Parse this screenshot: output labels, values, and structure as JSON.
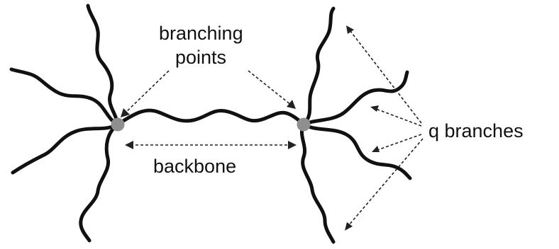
{
  "labels": {
    "branching_points_line1": "branching",
    "branching_points_line2": "points",
    "backbone": "backbone",
    "q_branches": "q branches"
  }
}
